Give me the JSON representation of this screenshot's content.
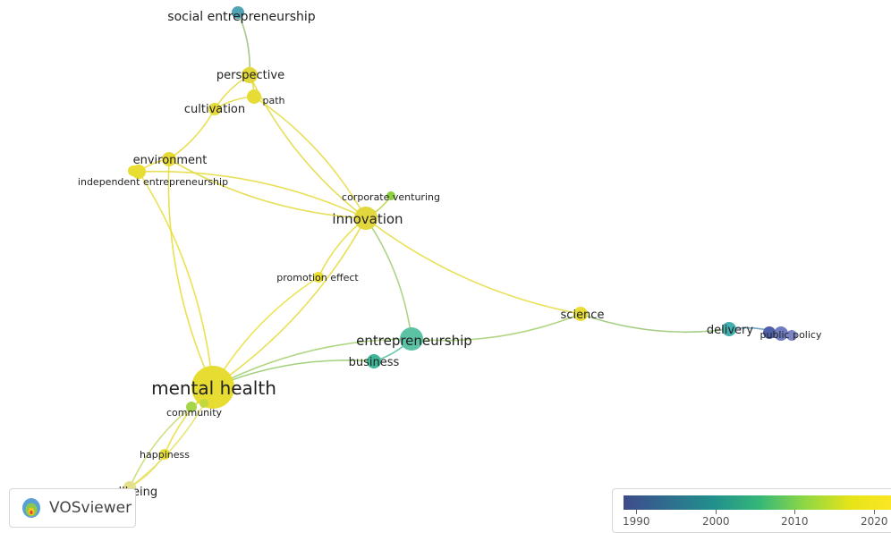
{
  "network": {
    "nodes": [
      {
        "id": "social_entrepreneurship",
        "label": "social entrepreneurship",
        "color": "#4fa3b4"
      },
      {
        "id": "perspective",
        "label": "perspective",
        "color": "#e2d83a"
      },
      {
        "id": "path",
        "label": "path",
        "color": "#e6dc35"
      },
      {
        "id": "cultivation",
        "label": "cultivation",
        "color": "#e5da36"
      },
      {
        "id": "environment",
        "label": "environment",
        "color": "#e5da36"
      },
      {
        "id": "independent_entrepreneurship",
        "label": "independent entrepreneurship",
        "color": "#e8de33"
      },
      {
        "id": "corporate_venturing",
        "label": "corporate venturing",
        "color": "#8bcf43"
      },
      {
        "id": "innovation",
        "label": "innovation",
        "color": "#e2d73c"
      },
      {
        "id": "promotion_effect",
        "label": "promotion effect",
        "color": "#ebdf30"
      },
      {
        "id": "science",
        "label": "science",
        "color": "#e8dd35"
      },
      {
        "id": "delivery",
        "label": "delivery",
        "color": "#43aeae"
      },
      {
        "id": "public_policy",
        "label": "public policy",
        "color": "#6f7cc0"
      },
      {
        "id": "entrepreneurship",
        "label": "entrepreneurship",
        "color": "#5cc2a6"
      },
      {
        "id": "business",
        "label": "business",
        "color": "#3fb699"
      },
      {
        "id": "mental_health",
        "label": "mental health",
        "color": "#e6dc32"
      },
      {
        "id": "community",
        "label": "community",
        "color": "#a7d54a"
      },
      {
        "id": "happiness",
        "label": "happiness",
        "color": "#e8de33"
      },
      {
        "id": "wellbeing",
        "label": "wellbeing",
        "color": "#e4e18c"
      }
    ],
    "edges": [
      [
        "social_entrepreneurship",
        "perspective"
      ],
      [
        "perspective",
        "cultivation"
      ],
      [
        "perspective",
        "path"
      ],
      [
        "perspective",
        "innovation"
      ],
      [
        "path",
        "innovation"
      ],
      [
        "path",
        "cultivation"
      ],
      [
        "cultivation",
        "environment"
      ],
      [
        "environment",
        "independent_entrepreneurship"
      ],
      [
        "independent_entrepreneurship",
        "mental_health"
      ],
      [
        "environment",
        "mental_health"
      ],
      [
        "independent_entrepreneurship",
        "innovation"
      ],
      [
        "environment",
        "innovation"
      ],
      [
        "corporate_venturing",
        "innovation"
      ],
      [
        "innovation",
        "promotion_effect"
      ],
      [
        "innovation",
        "mental_health"
      ],
      [
        "innovation",
        "science"
      ],
      [
        "innovation",
        "entrepreneurship"
      ],
      [
        "promotion_effect",
        "mental_health"
      ],
      [
        "science",
        "entrepreneurship"
      ],
      [
        "science",
        "delivery"
      ],
      [
        "delivery",
        "public_policy"
      ],
      [
        "entrepreneurship",
        "mental_health"
      ],
      [
        "entrepreneurship",
        "business"
      ],
      [
        "business",
        "mental_health"
      ],
      [
        "mental_health",
        "community"
      ],
      [
        "mental_health",
        "happiness"
      ],
      [
        "mental_health",
        "wellbeing"
      ],
      [
        "community",
        "wellbeing"
      ],
      [
        "happiness",
        "wellbeing"
      ]
    ]
  },
  "overlay": {
    "logo_text": "VOSviewer",
    "legend_ticks": [
      "1990",
      "2000",
      "2010",
      "2020"
    ],
    "legend_colors": [
      "#3e4b8c",
      "#21908c",
      "#35b779",
      "#fde725"
    ]
  }
}
